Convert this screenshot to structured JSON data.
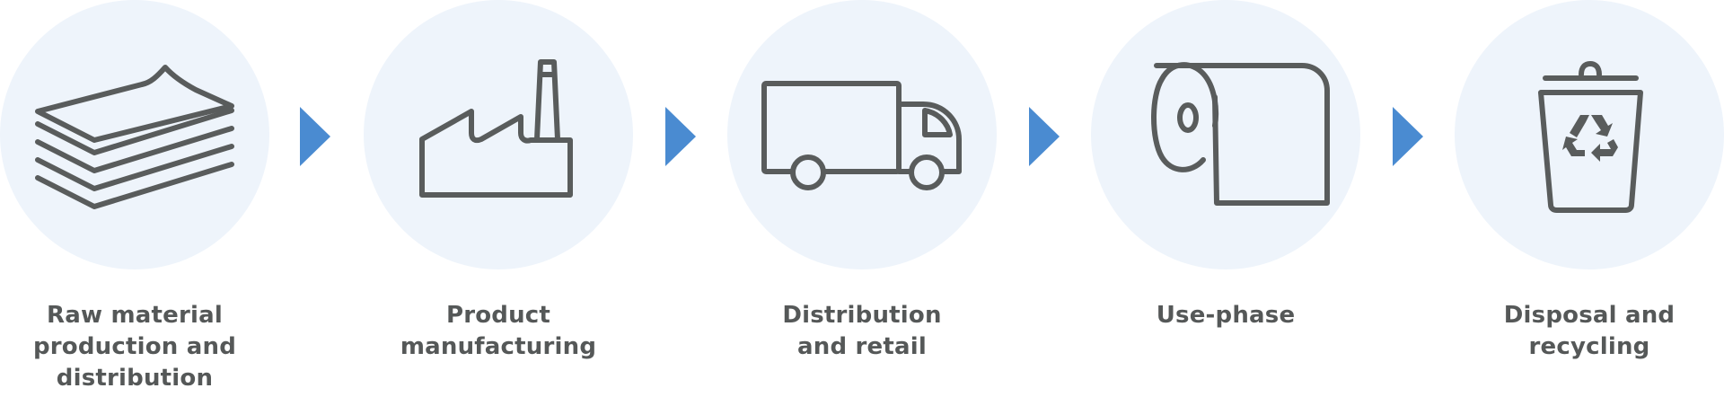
{
  "colors": {
    "circle_fill": "#eef4fb",
    "icon_stroke": "#595c5c",
    "arrow": "#4a8bd1",
    "label_text": "#555858"
  },
  "steps": [
    {
      "icon": "paper-stack-icon",
      "label_lines": [
        "Raw material",
        "production and",
        "distribution"
      ]
    },
    {
      "icon": "factory-icon",
      "label_lines": [
        "Product",
        "manufacturing"
      ]
    },
    {
      "icon": "delivery-truck-icon",
      "label_lines": [
        "Distribution",
        "and retail"
      ]
    },
    {
      "icon": "paper-roll-icon",
      "label_lines": [
        "Use-phase"
      ]
    },
    {
      "icon": "recycling-bin-icon",
      "label_lines": [
        "Disposal and",
        "recycling"
      ]
    }
  ],
  "connectors": [
    "chevron-right-icon",
    "chevron-right-icon",
    "chevron-right-icon",
    "chevron-right-icon"
  ]
}
